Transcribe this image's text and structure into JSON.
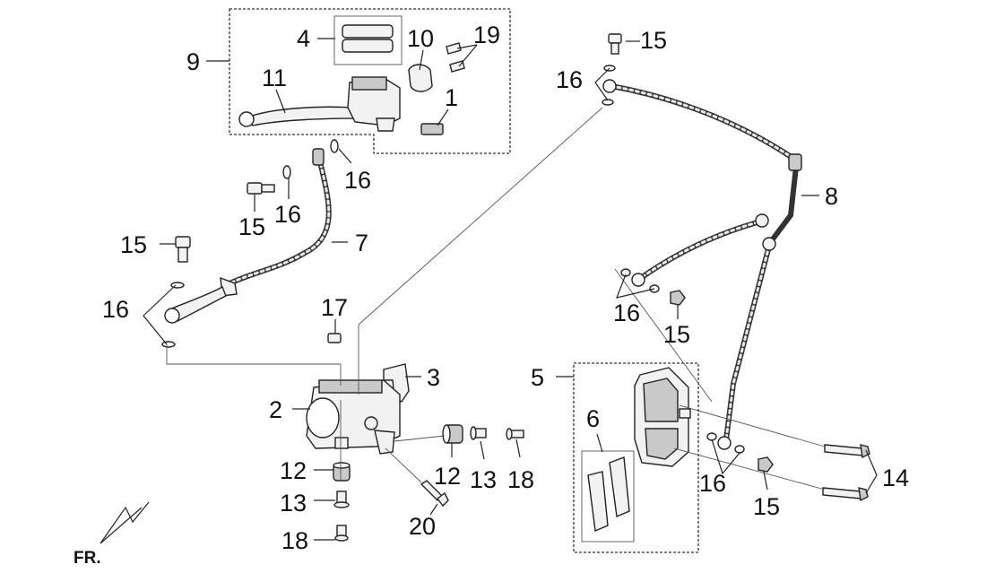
{
  "callouts": {
    "c1": "1",
    "c2": "2",
    "c3": "3",
    "c4": "4",
    "c5": "5",
    "c6": "6",
    "c7": "7",
    "c8": "8",
    "c9": "9",
    "c10": "10",
    "c11": "11",
    "c12a": "12",
    "c12b": "12",
    "c13a": "13",
    "c13b": "13",
    "c14": "14",
    "c15a": "15",
    "c15b": "15",
    "c15c": "15",
    "c15d": "15",
    "c15e": "15",
    "c16a": "16",
    "c16b": "16",
    "c16c": "16",
    "c16d": "16",
    "c16e": "16",
    "c16f": "16",
    "c17": "17",
    "c18a": "18",
    "c18b": "18",
    "c19": "19",
    "c20": "20"
  },
  "direction_label": "FR."
}
